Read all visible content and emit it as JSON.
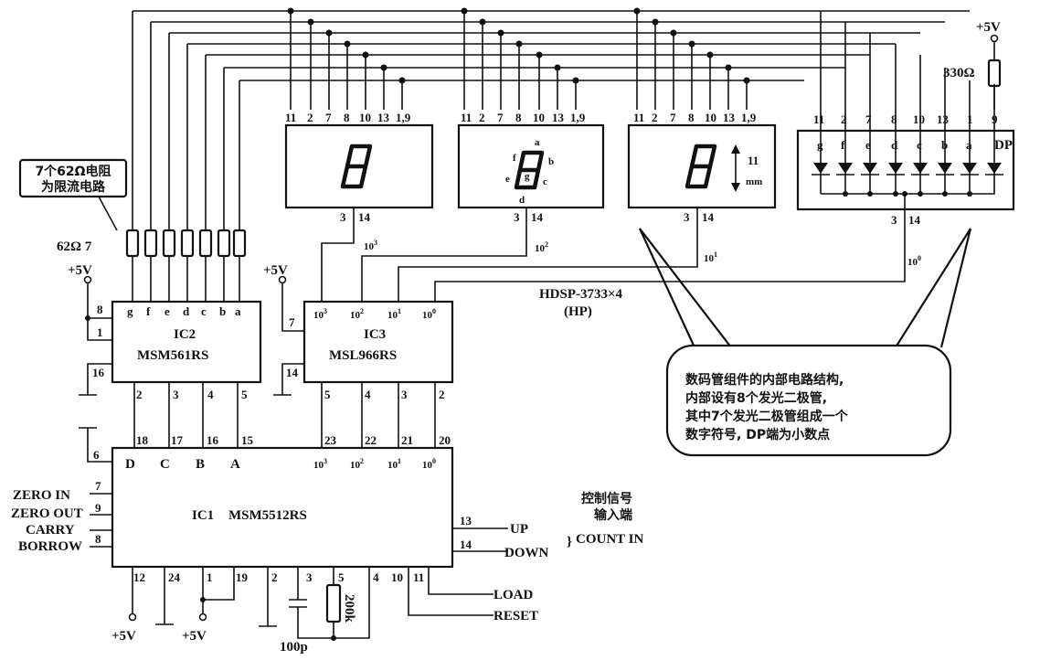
{
  "annotations": {
    "resistor_note_l1": "7个62Ω电阻",
    "resistor_note_l2": "为限流电路",
    "resistor_value": "62Ω 7",
    "display_part": "HDSP-3733×4",
    "display_maker": "(HP)",
    "inner_note_l1": "数码管组件的内部电路结构,",
    "inner_note_l2": "内部设有8个发光二极管,",
    "inner_note_l3": "其中7个发光二极管组成一个",
    "inner_note_l4": "数字符号, DP端为小数点",
    "control_l1": "控制信号",
    "control_l2": "输入端",
    "count_in": "COUNT IN",
    "digit_height": "11",
    "digit_unit": "mm",
    "r330": "330Ω",
    "cap": "100p",
    "res200k": "200k"
  },
  "supplies": {
    "vcc": "+5V"
  },
  "ics": {
    "ic2": {
      "name": "IC2",
      "part": "MSM561RS"
    },
    "ic3": {
      "name": "IC3",
      "part": "MSL966RS"
    },
    "ic1": {
      "name": "IC1",
      "part": "MSM5512RS"
    }
  },
  "ic2_pins_top": [
    "g",
    "f",
    "e",
    "d",
    "c",
    "b",
    "a"
  ],
  "ic1_inputs": [
    "D",
    "C",
    "B",
    "A"
  ],
  "ic1_side_labels": {
    "zero_in": "ZERO IN",
    "zero_out": "ZERO OUT",
    "carry": "CARRY",
    "borrow": "BORROW"
  },
  "ic1_pins_right": {
    "up": "UP",
    "down": "DOWN",
    "load": "LOAD",
    "reset": "RESET"
  },
  "display_pins": [
    "11",
    "2",
    "7",
    "8",
    "10",
    "13",
    "1,9"
  ],
  "display_dp_pins": [
    "11",
    "2",
    "7",
    "8",
    "10",
    "13",
    "1",
    "9"
  ],
  "display_dp_segs": [
    "g",
    "f",
    "e",
    "d",
    "c",
    "b",
    "a"
  ],
  "display_dp_label": "DP",
  "display_common": [
    "3",
    "14"
  ],
  "seg_labels": [
    "a",
    "b",
    "c",
    "d",
    "e",
    "f",
    "g"
  ],
  "pin_numbers": {
    "ic2_vcc": "8",
    "ic2_p1": "1",
    "ic2_gnd": "16",
    "ic2_b2": "2",
    "ic2_b3": "3",
    "ic2_b4": "4",
    "ic2_b5": "5",
    "ic3_vcc": "7",
    "ic3_gnd": "14",
    "ic3_b5": "5",
    "ic3_b4": "4",
    "ic3_b3": "3",
    "ic3_b2": "2",
    "ic1_18": "18",
    "ic1_17": "17",
    "ic1_16": "16",
    "ic1_15": "15",
    "ic1_23": "23",
    "ic1_22": "22",
    "ic1_21": "21",
    "ic1_20": "20",
    "ic1_6": "6",
    "ic1_7": "7",
    "ic1_9": "9",
    "ic1_8": "8",
    "ic1_13": "13",
    "ic1_14": "14",
    "ic1_12": "12",
    "ic1_24": "24",
    "ic1_1": "1",
    "ic1_19": "19",
    "ic1_2": "2",
    "ic1_3": "3",
    "ic1_5": "5",
    "ic1_4": "4",
    "ic1_10": "10",
    "ic1_11": "11"
  }
}
